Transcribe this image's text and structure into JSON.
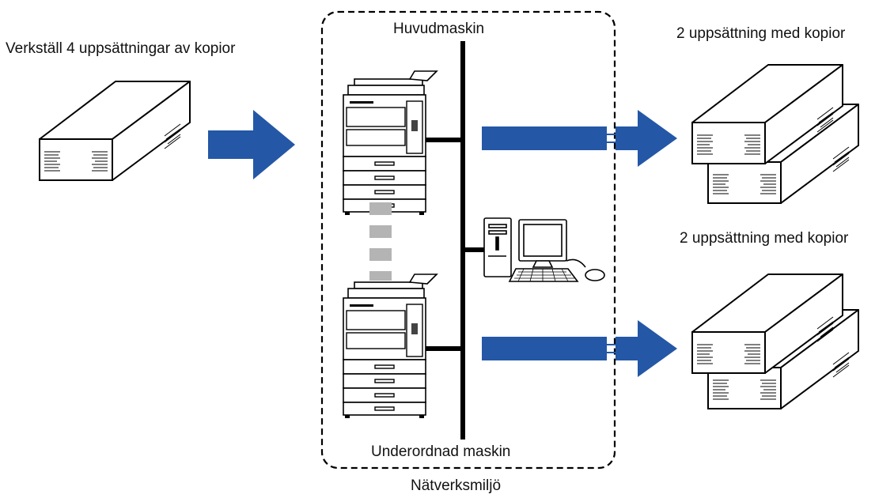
{
  "labels": {
    "input_job": "Verkställ 4 uppsättningar av kopior",
    "main_machine": "Huvudmaskin",
    "sub_machine": "Underordnad maskin",
    "network_env": "Nätverksmiljö",
    "output_top": "2 uppsättning med kopior",
    "output_bottom": "2 uppsättning med kopior"
  },
  "colors": {
    "arrow": "#2457a6",
    "line": "#000000",
    "dashed_link": "#b4b4b4"
  },
  "icons": [
    "paper-stack-icon",
    "copier-icon",
    "computer-icon",
    "arrow-right-icon"
  ]
}
